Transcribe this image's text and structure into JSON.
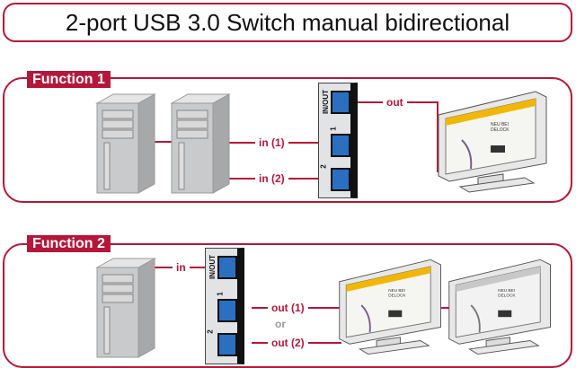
{
  "title": "2-port USB 3.0 Switch manual bidirectional",
  "function1": {
    "label": "Function 1",
    "in1": "in (1)",
    "in2": "in (2)",
    "out": "out",
    "port_inout": "IN/OUT",
    "port1": "1",
    "port2": "2"
  },
  "function2": {
    "label": "Function 2",
    "in": "in",
    "out1": "out (1)",
    "or": "or",
    "out2": "out (2)",
    "port_inout": "IN/OUT",
    "port1": "1",
    "port2": "2"
  },
  "monitor_screen_text": "NEU BEI DELOCK",
  "colors": {
    "accent": "#b5173a",
    "port": "#2a6fc0",
    "screen_header": "#f2b705"
  }
}
